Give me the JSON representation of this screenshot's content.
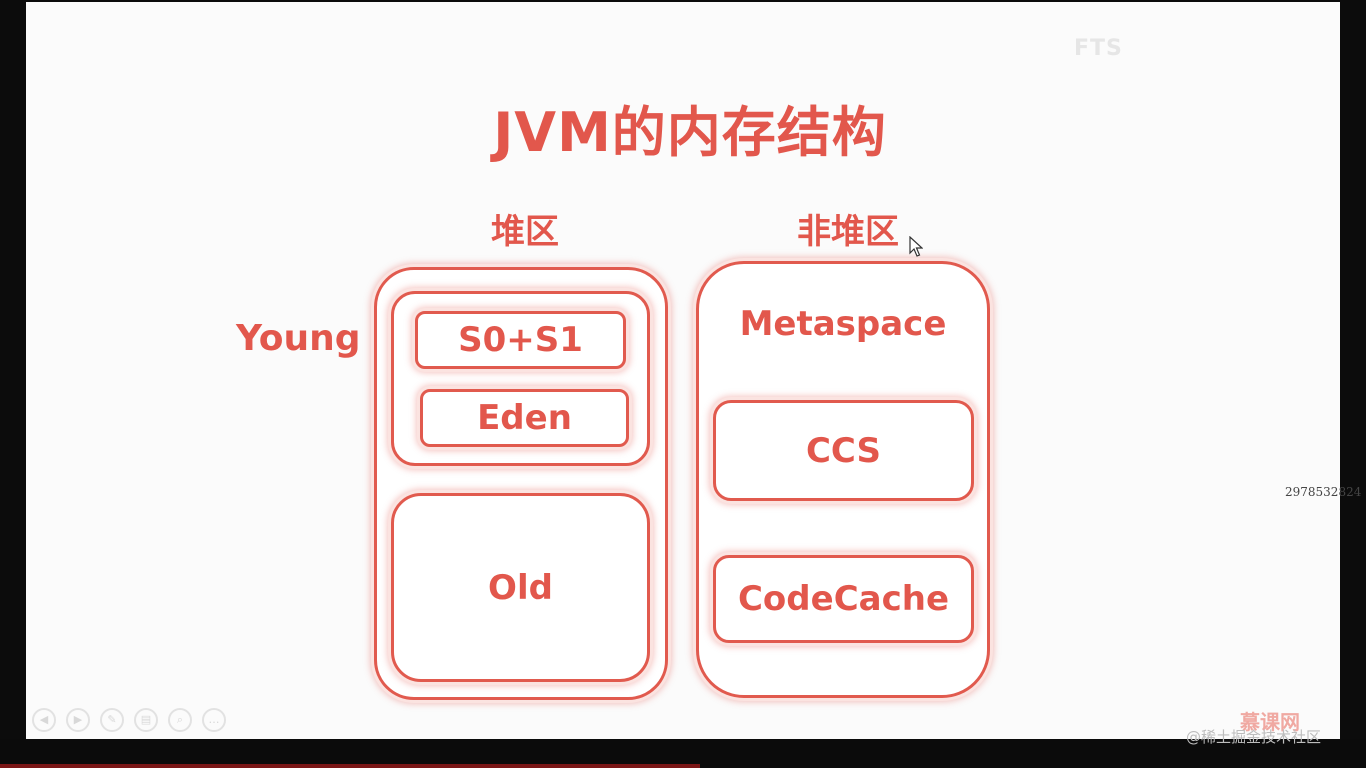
{
  "title": "JVM的内存结构",
  "heap": {
    "heading": "堆区",
    "young_label": "Young",
    "s0s1": "S0+S1",
    "eden": "Eden",
    "old": "Old"
  },
  "non_heap": {
    "heading": "非堆区",
    "metaspace": "Metaspace",
    "ccs": "CCS",
    "code_cache": "CodeCache"
  },
  "watermarks": {
    "top": "FTS",
    "id": "2978532824",
    "brand": "慕课网",
    "community": "@稀土掘金技术社区"
  },
  "controls": [
    {
      "icon": "prev-icon",
      "glyph": "◀"
    },
    {
      "icon": "next-icon",
      "glyph": "▶"
    },
    {
      "icon": "pen-icon",
      "glyph": "✎"
    },
    {
      "icon": "slides-icon",
      "glyph": "▤"
    },
    {
      "icon": "zoom-icon",
      "glyph": "⌕"
    },
    {
      "icon": "more-icon",
      "glyph": "…"
    }
  ],
  "colors": {
    "accent": "#e2574c",
    "slide_background": "#fbfbfb",
    "frame": "#0c0c0c"
  }
}
